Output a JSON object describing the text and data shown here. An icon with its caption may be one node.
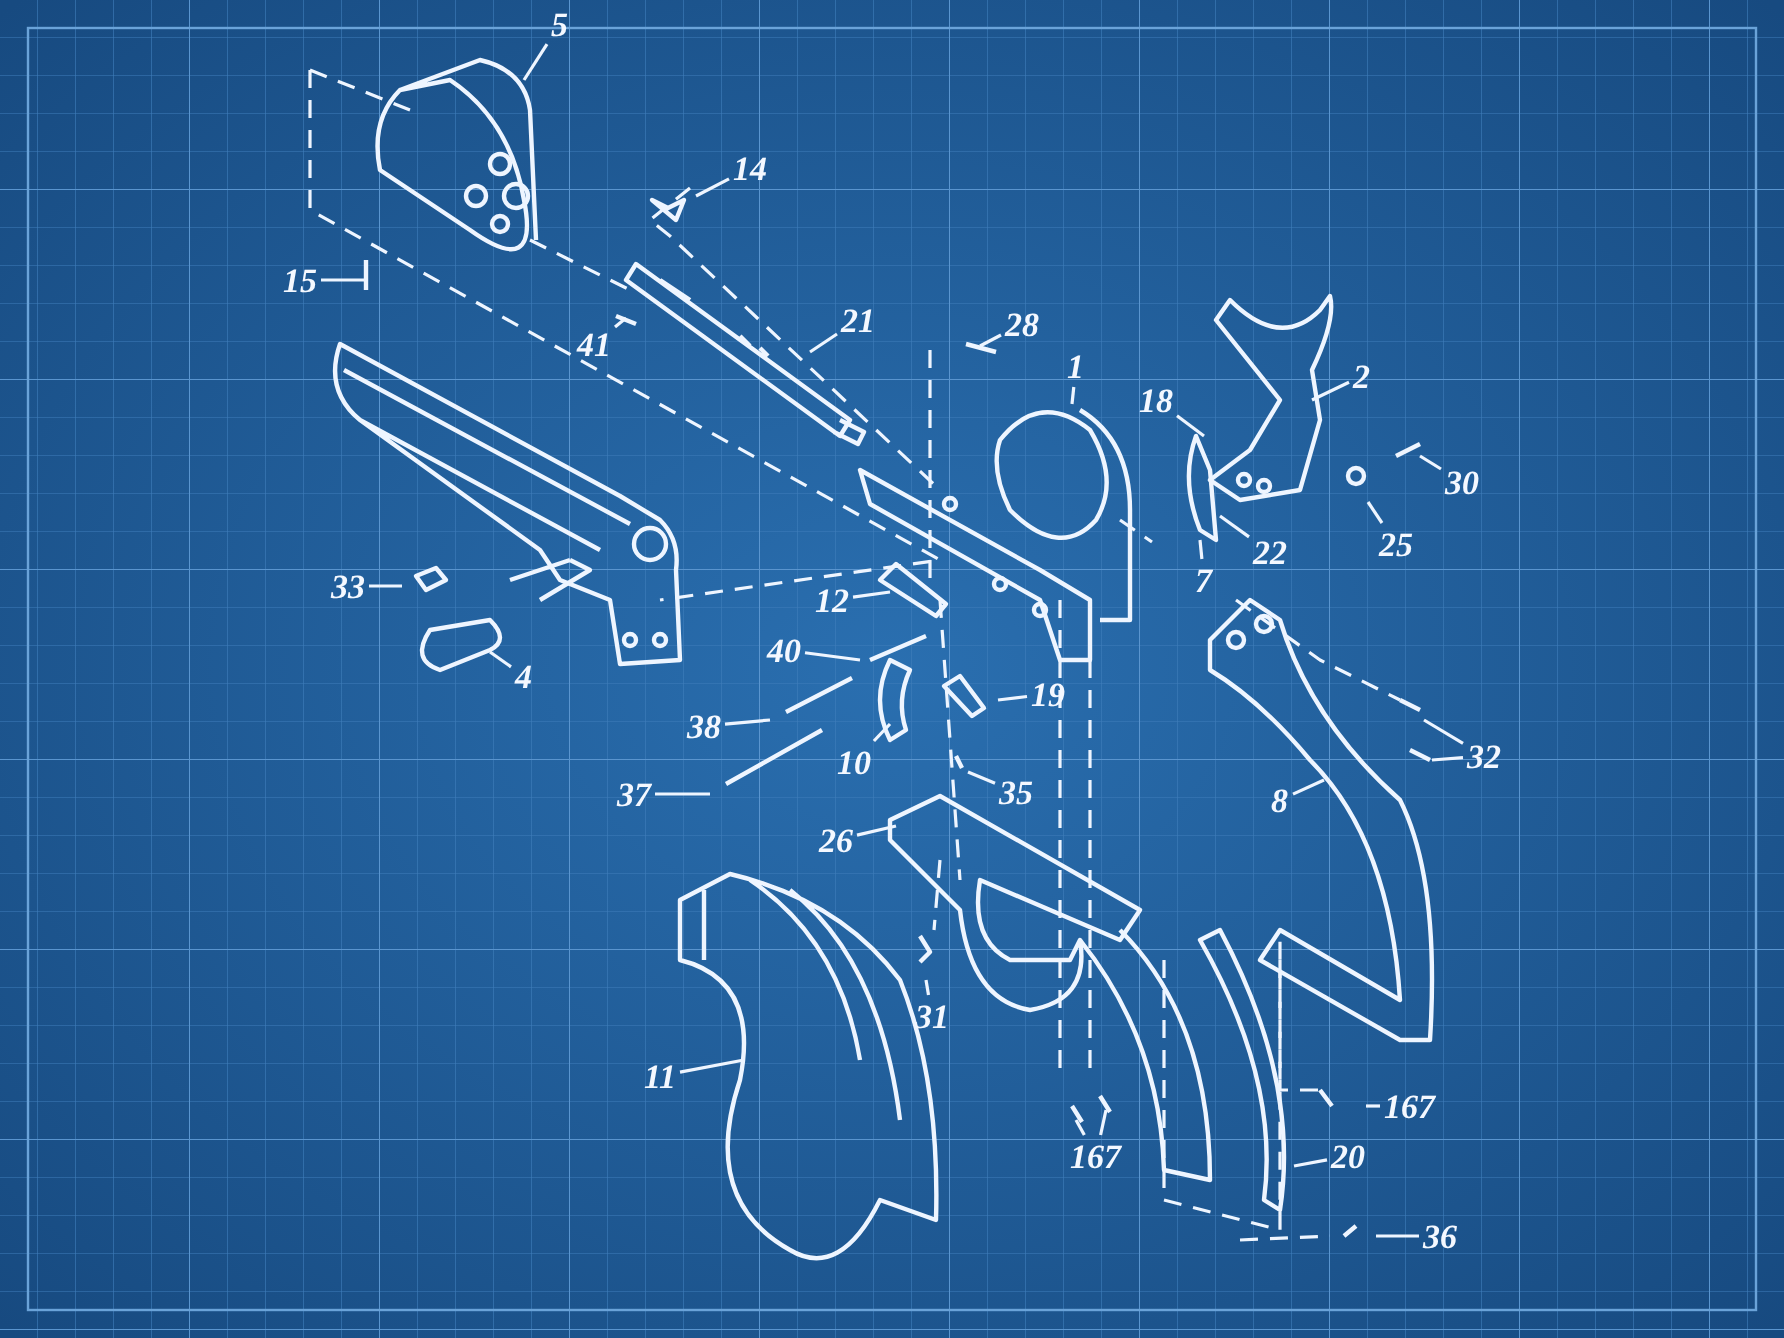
{
  "diagram": {
    "nodes": [
      {
        "text": [
          "5"
        ]
      },
      {
        "text": [
          "14"
        ]
      },
      {
        "text": [
          "15"
        ]
      },
      {
        "text": [
          "41"
        ]
      },
      {
        "text": [
          "21"
        ]
      },
      {
        "text": [
          "28"
        ]
      },
      {
        "text": [
          "1"
        ]
      },
      {
        "text": [
          "18"
        ]
      },
      {
        "text": [
          "2"
        ]
      },
      {
        "text": [
          "30"
        ]
      },
      {
        "text": [
          "25"
        ]
      },
      {
        "text": [
          "22"
        ]
      },
      {
        "text": [
          "7"
        ]
      },
      {
        "text": [
          "33"
        ]
      },
      {
        "text": [
          "4"
        ]
      },
      {
        "text": [
          "12"
        ]
      },
      {
        "text": [
          "40"
        ]
      },
      {
        "text": [
          "38"
        ]
      },
      {
        "text": [
          "10"
        ]
      },
      {
        "text": [
          "19"
        ]
      },
      {
        "text": [
          "35"
        ]
      },
      {
        "text": [
          "37"
        ]
      },
      {
        "text": [
          "32"
        ]
      },
      {
        "text": [
          "8"
        ]
      },
      {
        "text": [
          "26"
        ]
      },
      {
        "text": [
          "31"
        ]
      },
      {
        "text": [
          "11"
        ]
      },
      {
        "text": [
          "167"
        ]
      },
      {
        "text": [
          "167"
        ]
      },
      {
        "text": [
          "20"
        ]
      },
      {
        "text": [
          "36"
        ]
      }
    ],
    "edges": [
      {
        "from": 0,
        "to": null,
        "arrow": "none"
      },
      {
        "from": 1,
        "to": null,
        "arrow": "none"
      },
      {
        "from": 2,
        "to": null,
        "arrow": "none"
      },
      {
        "from": 3,
        "to": null,
        "arrow": "none"
      },
      {
        "from": 4,
        "to": null,
        "arrow": "none"
      },
      {
        "from": 5,
        "to": null,
        "arrow": "none"
      },
      {
        "from": 6,
        "to": null,
        "arrow": "none"
      },
      {
        "from": 7,
        "to": null,
        "arrow": "none"
      },
      {
        "from": 8,
        "to": null,
        "arrow": "none"
      },
      {
        "from": 9,
        "to": null,
        "arrow": "none"
      },
      {
        "from": 10,
        "to": null,
        "arrow": "none"
      },
      {
        "from": 11,
        "to": null,
        "arrow": "none"
      },
      {
        "from": 12,
        "to": null,
        "arrow": "none"
      },
      {
        "from": 13,
        "to": null,
        "arrow": "none"
      },
      {
        "from": 14,
        "to": null,
        "arrow": "none"
      },
      {
        "from": 15,
        "to": null,
        "arrow": "none"
      },
      {
        "from": 16,
        "to": null,
        "arrow": "none"
      },
      {
        "from": 17,
        "to": null,
        "arrow": "none"
      },
      {
        "from": 18,
        "to": null,
        "arrow": "none"
      },
      {
        "from": 19,
        "to": null,
        "arrow": "none"
      },
      {
        "from": 20,
        "to": null,
        "arrow": "none"
      },
      {
        "from": 21,
        "to": null,
        "arrow": "none"
      },
      {
        "from": 22,
        "to": null,
        "arrow": "none"
      },
      {
        "from": 22,
        "to": null,
        "arrow": "none"
      },
      {
        "from": 23,
        "to": null,
        "arrow": "none"
      },
      {
        "from": 24,
        "to": null,
        "arrow": "none"
      },
      {
        "from": 25,
        "to": null,
        "arrow": "none"
      },
      {
        "from": 26,
        "to": null,
        "arrow": "none"
      },
      {
        "from": 27,
        "to": null,
        "arrow": "none"
      },
      {
        "from": 28,
        "to": null,
        "arrow": "none"
      },
      {
        "from": 28,
        "to": null,
        "arrow": "none"
      },
      {
        "from": 29,
        "to": null,
        "arrow": "none"
      },
      {
        "from": 30,
        "to": null,
        "arrow": "none"
      }
    ]
  }
}
